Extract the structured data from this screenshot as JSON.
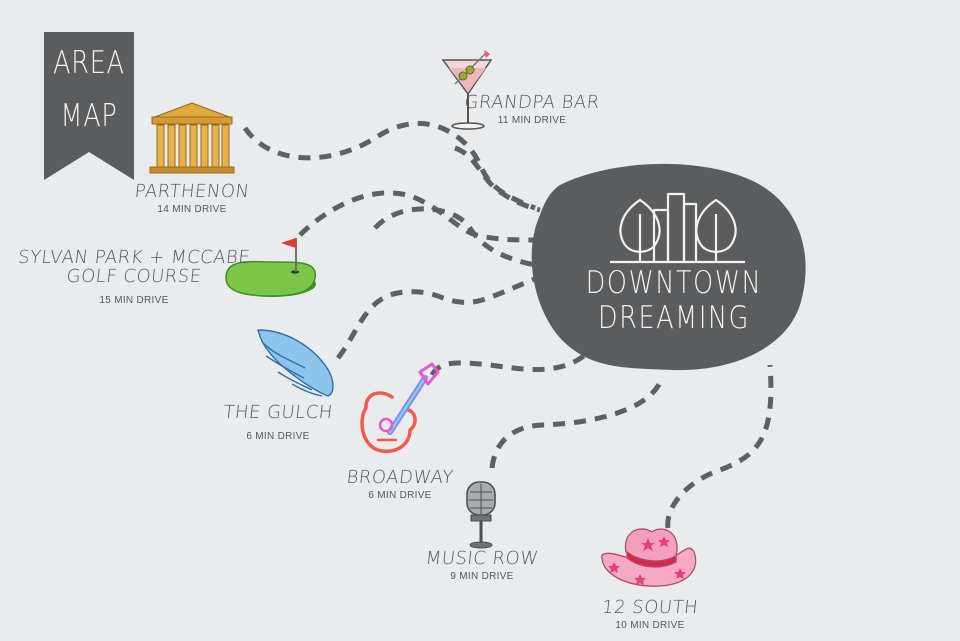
{
  "banner": {
    "line1": "AREA",
    "line2": "MAP"
  },
  "downtown": {
    "line1": "DOWNTOWN",
    "line2": "DREAMING"
  },
  "colors": {
    "background": "#eaebed",
    "banner": "#5b5c5e",
    "blob": "#5b5c5e",
    "dash": "#5e6063",
    "text": "#56585b"
  },
  "places": [
    {
      "id": "parthenon",
      "name": "PARTHENON",
      "drive": "14 MIN DRIVE",
      "icon": "parthenon-icon"
    },
    {
      "id": "grandpa-bar",
      "name": "GRANDPA BAR",
      "drive": "11 MIN DRIVE",
      "icon": "martini-icon"
    },
    {
      "id": "sylvan-park",
      "name_line1": "SYLVAN PARK + MCCABE",
      "name_line2": "GOLF COURSE",
      "drive": "15 MIN DRIVE",
      "icon": "golf-green-icon"
    },
    {
      "id": "the-gulch",
      "name": "THE GULCH",
      "drive": "6 MIN DRIVE",
      "icon": "wings-icon"
    },
    {
      "id": "broadway",
      "name": "BROADWAY",
      "drive": "6 MIN DRIVE",
      "icon": "neon-guitar-icon"
    },
    {
      "id": "music-row",
      "name": "MUSIC ROW",
      "drive": "9 MIN DRIVE",
      "icon": "microphone-icon"
    },
    {
      "id": "12-south",
      "name": "12 SOUTH",
      "drive": "10 MIN DRIVE",
      "icon": "cowboy-hat-icon"
    }
  ]
}
